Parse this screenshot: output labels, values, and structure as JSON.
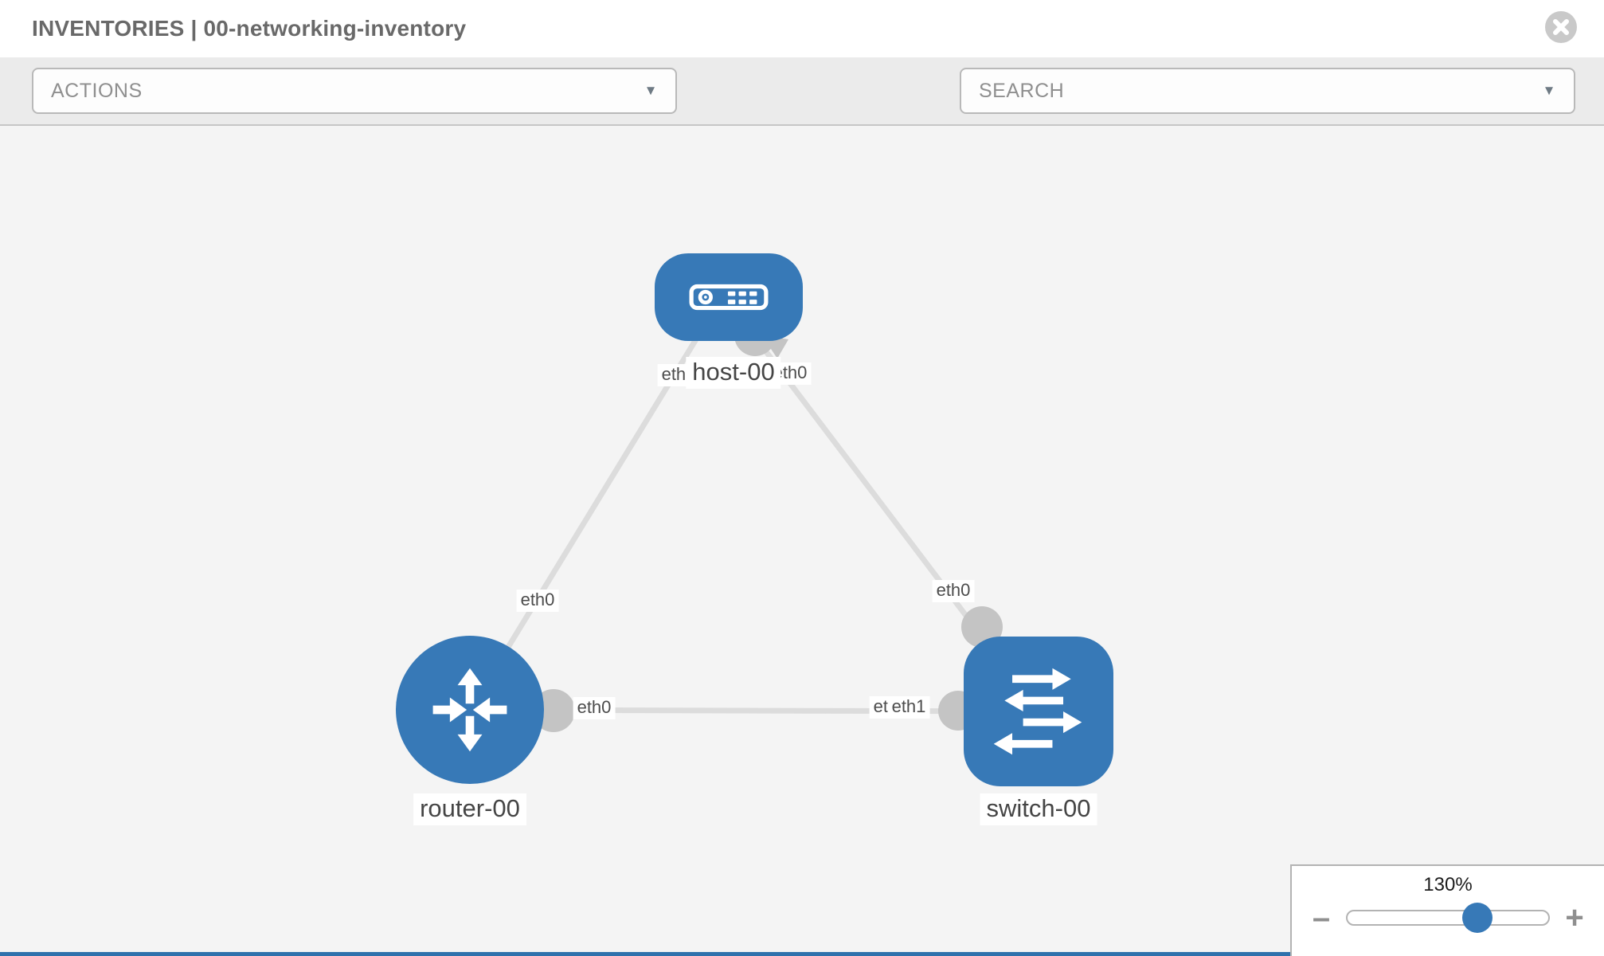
{
  "header": {
    "title": "INVENTORIES | 00-networking-inventory"
  },
  "toolbar": {
    "actions_label": "ACTIONS",
    "search_label": "SEARCH",
    "caret": "▼",
    "icon_names": [
      "wrench-icon",
      "key-icon"
    ]
  },
  "colors": {
    "node_blue": "#3779b7",
    "edge_gray": "#dcdcdc",
    "connector_gray": "#c4c4c4",
    "toolbar_bg": "#ebebeb",
    "canvas_bg": "#f4f4f4"
  },
  "topology": {
    "nodes": [
      {
        "label": "host-00",
        "type": "host",
        "shape": "rounded-rect"
      },
      {
        "label": "router-00",
        "type": "router",
        "shape": "circle"
      },
      {
        "label": "switch-00",
        "type": "switch",
        "shape": "rounded-square"
      }
    ],
    "edges": [
      {
        "from": "host-00",
        "to": "router-00",
        "from_interface": "eth0",
        "to_interface": "eth0"
      },
      {
        "from": "host-00",
        "to": "switch-00",
        "from_interface": "eth0",
        "to_interface": "eth0"
      },
      {
        "from": "router-00",
        "to": "switch-00",
        "from_interface": "eth0",
        "to_interface_back": "eth0",
        "to_interface_front": "eth1"
      }
    ]
  },
  "zoom_control": {
    "level": "130%",
    "minus_label": "–",
    "plus_label": "+"
  }
}
